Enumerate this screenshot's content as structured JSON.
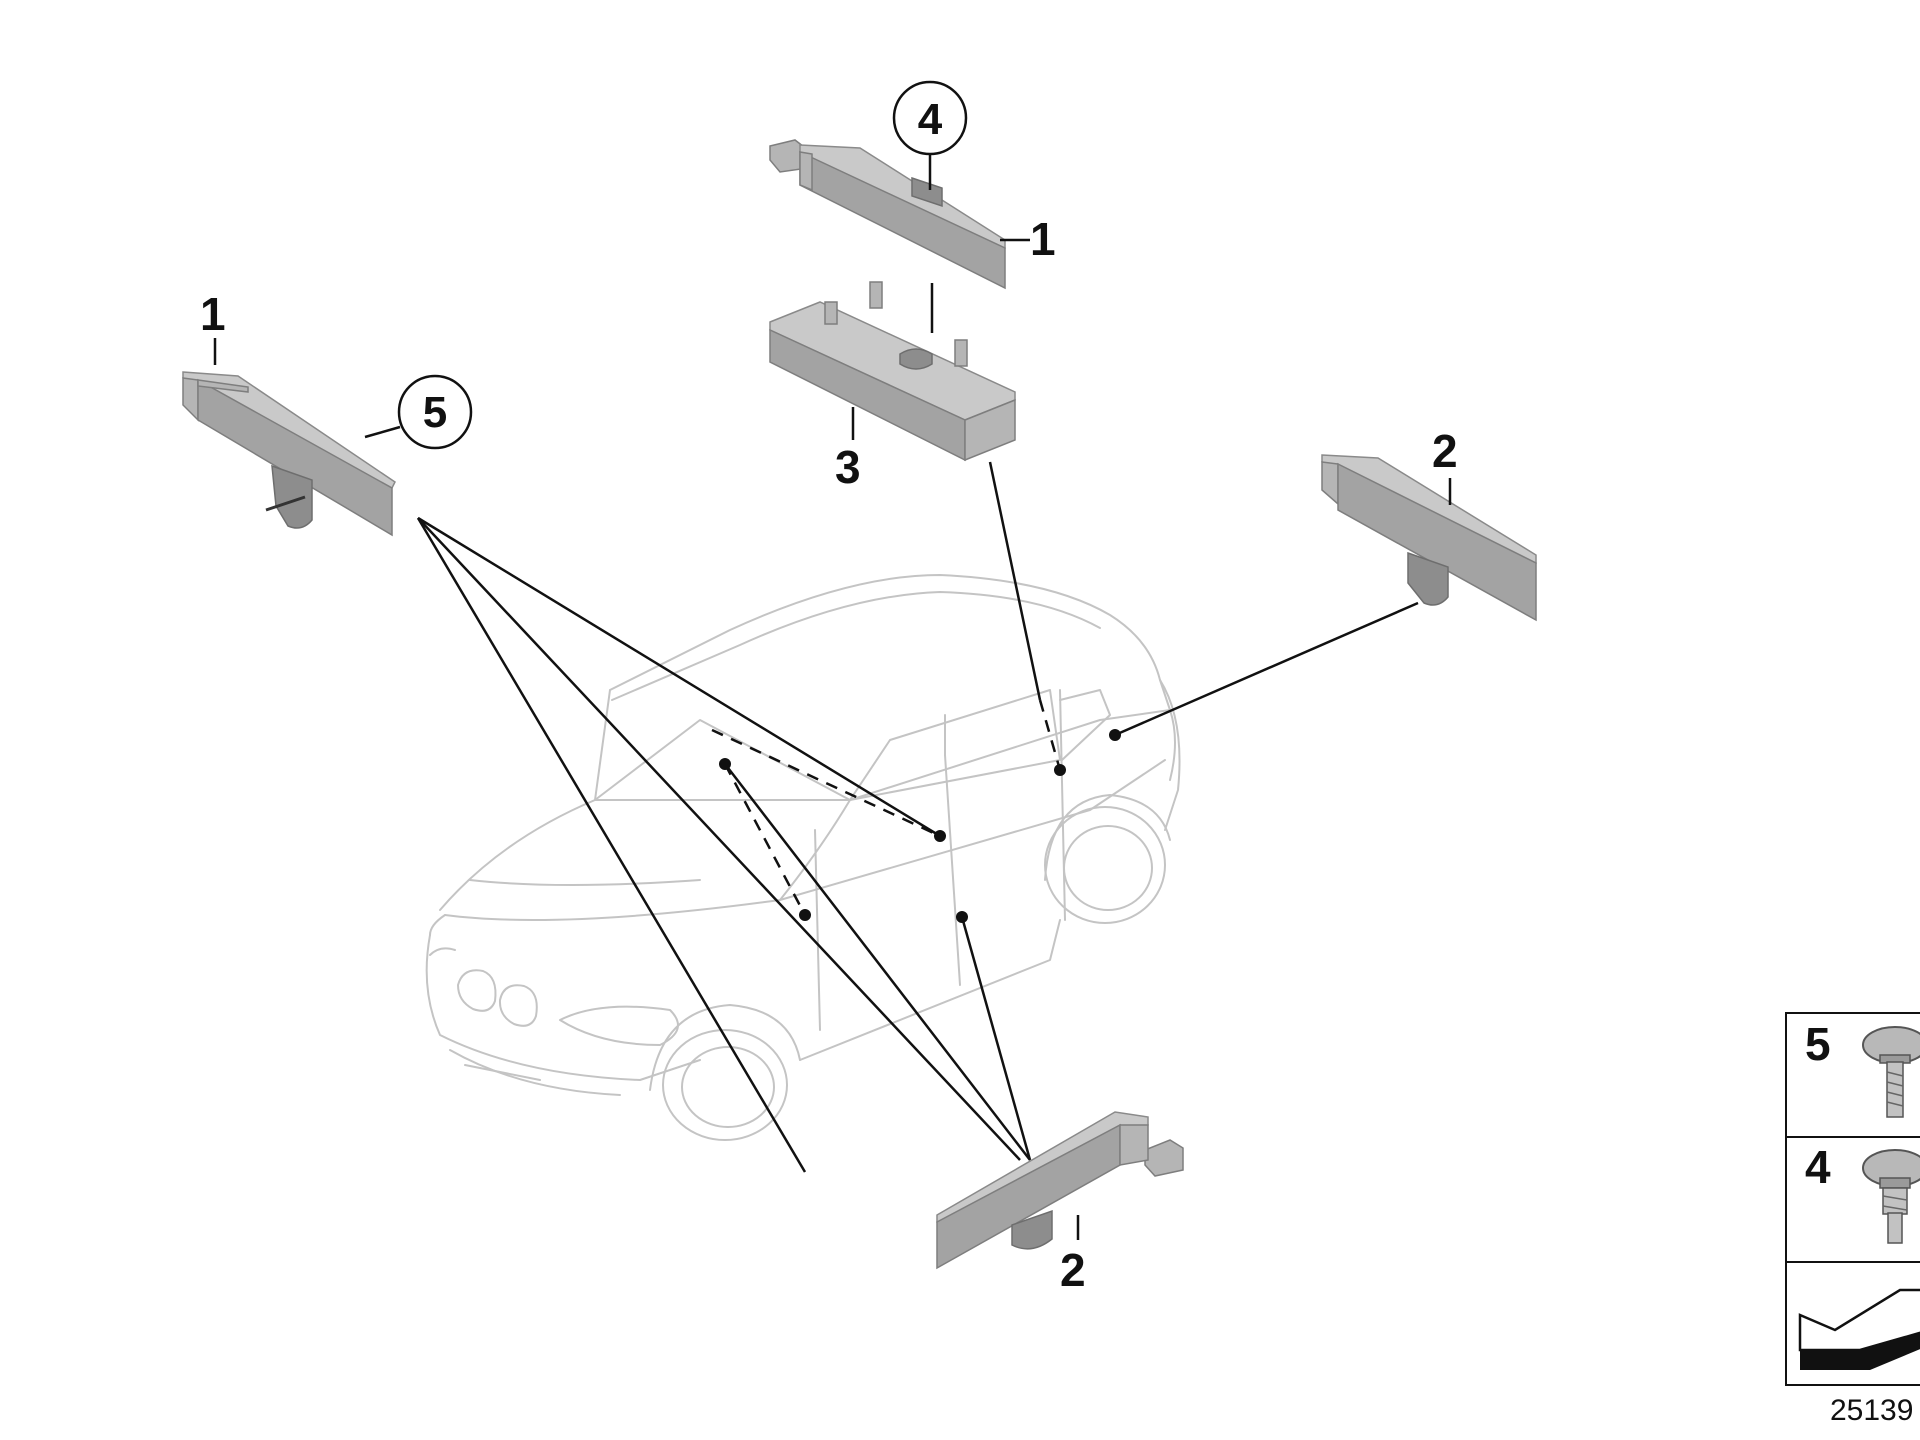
{
  "callouts": {
    "module_top_left": "1",
    "module_top_center": "1",
    "bracket": "3",
    "screw_center": "4",
    "screw_left": "5",
    "module_right": "2",
    "module_bottom": "2"
  },
  "legend": {
    "items": [
      {
        "number": "5",
        "icon": "screw-icon"
      },
      {
        "number": "4",
        "icon": "screw-stepped-icon"
      },
      {
        "number": "",
        "icon": "location-arrow-icon"
      }
    ]
  },
  "reference_number": "25139",
  "colors": {
    "car_outline": "#c4c4c4",
    "part_fill": "#c9c9c9",
    "leader_line": "#111111"
  }
}
